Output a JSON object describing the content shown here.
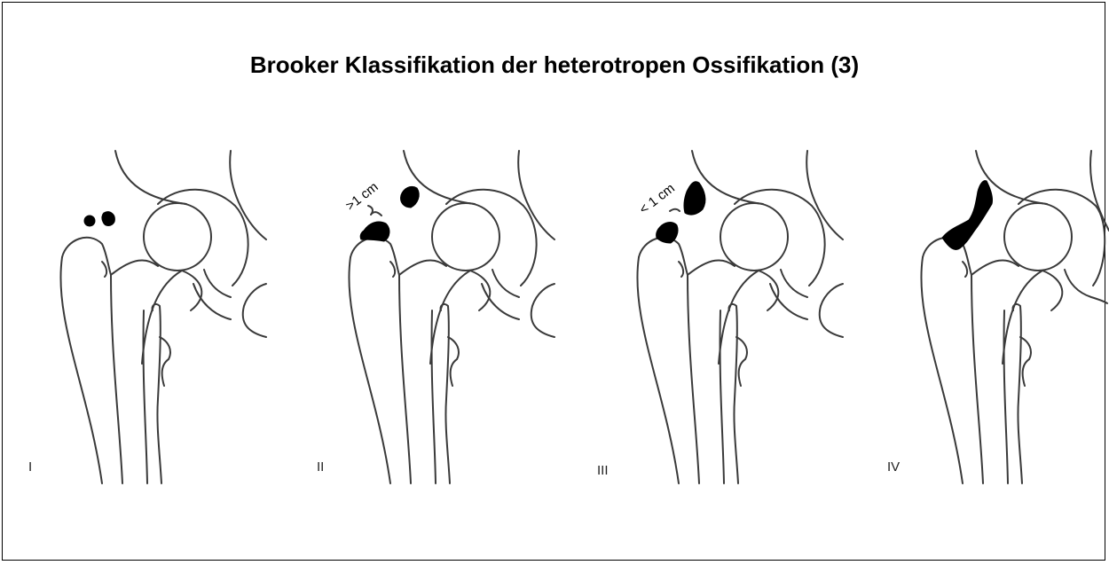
{
  "title": "Brooker Klassifikation der heterotropen Ossifikation (3)",
  "panels": [
    {
      "grade": "I",
      "annotation": ""
    },
    {
      "grade": "II",
      "annotation": ">1 cm"
    },
    {
      "grade": "III",
      "annotation": "< 1 cm"
    },
    {
      "grade": "IV",
      "annotation": ""
    }
  ],
  "colors": {
    "line": "#3a3a3a",
    "ossification": "#000000",
    "background": "#ffffff"
  }
}
